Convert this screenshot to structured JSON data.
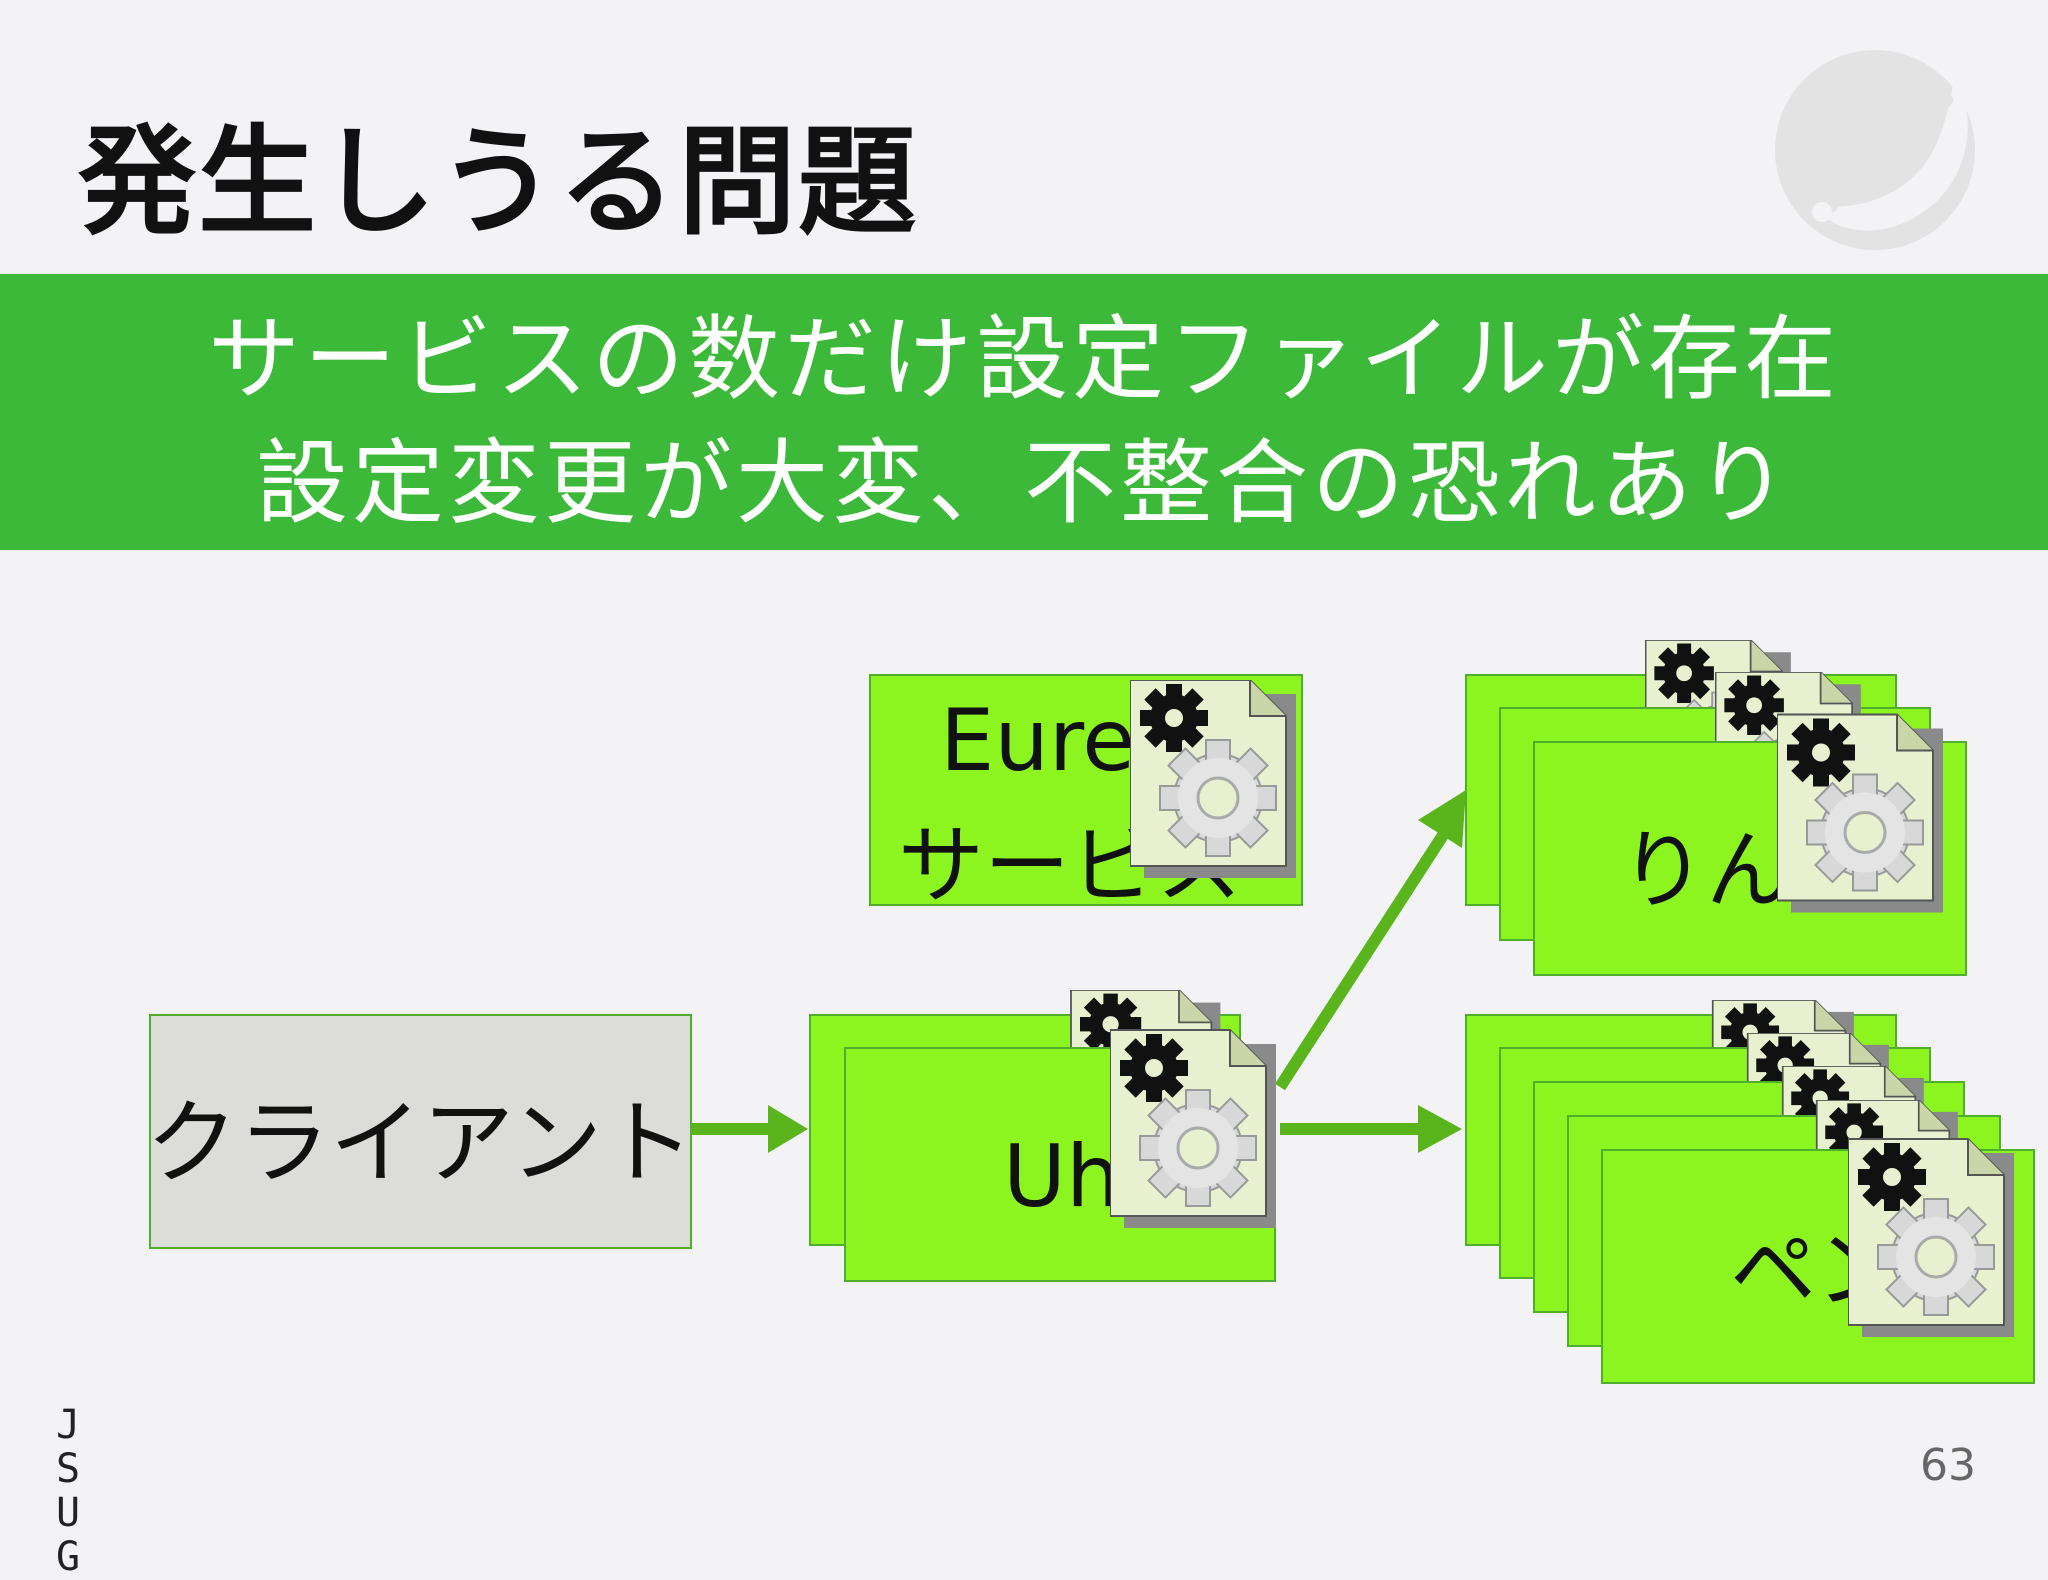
{
  "slide": {
    "title": "発生しうる問題",
    "banner": {
      "line1": "サービスの数だけ設定ファイルが存在",
      "line2": "設定変更が大変、不整合の恐れあり"
    },
    "page_number": "63",
    "footer_logo": {
      "row1": "J S",
      "row2": "U G"
    }
  },
  "diagram": {
    "client_label": "クライアント",
    "eureka_line1": "Eure",
    "eureka_line2": "サービス",
    "uh_label": "Uh",
    "ringo_label": "りん",
    "pen_label": "ペン"
  },
  "colors": {
    "banner": "#3db93a",
    "service_box": "#8cf41f",
    "service_border": "#4fae2b",
    "client_box": "#dcdcd9",
    "arrow": "#5ab51d"
  },
  "icons": [
    "spring-leaf-icon",
    "config-gear-file-icon",
    "arrow-icon"
  ]
}
